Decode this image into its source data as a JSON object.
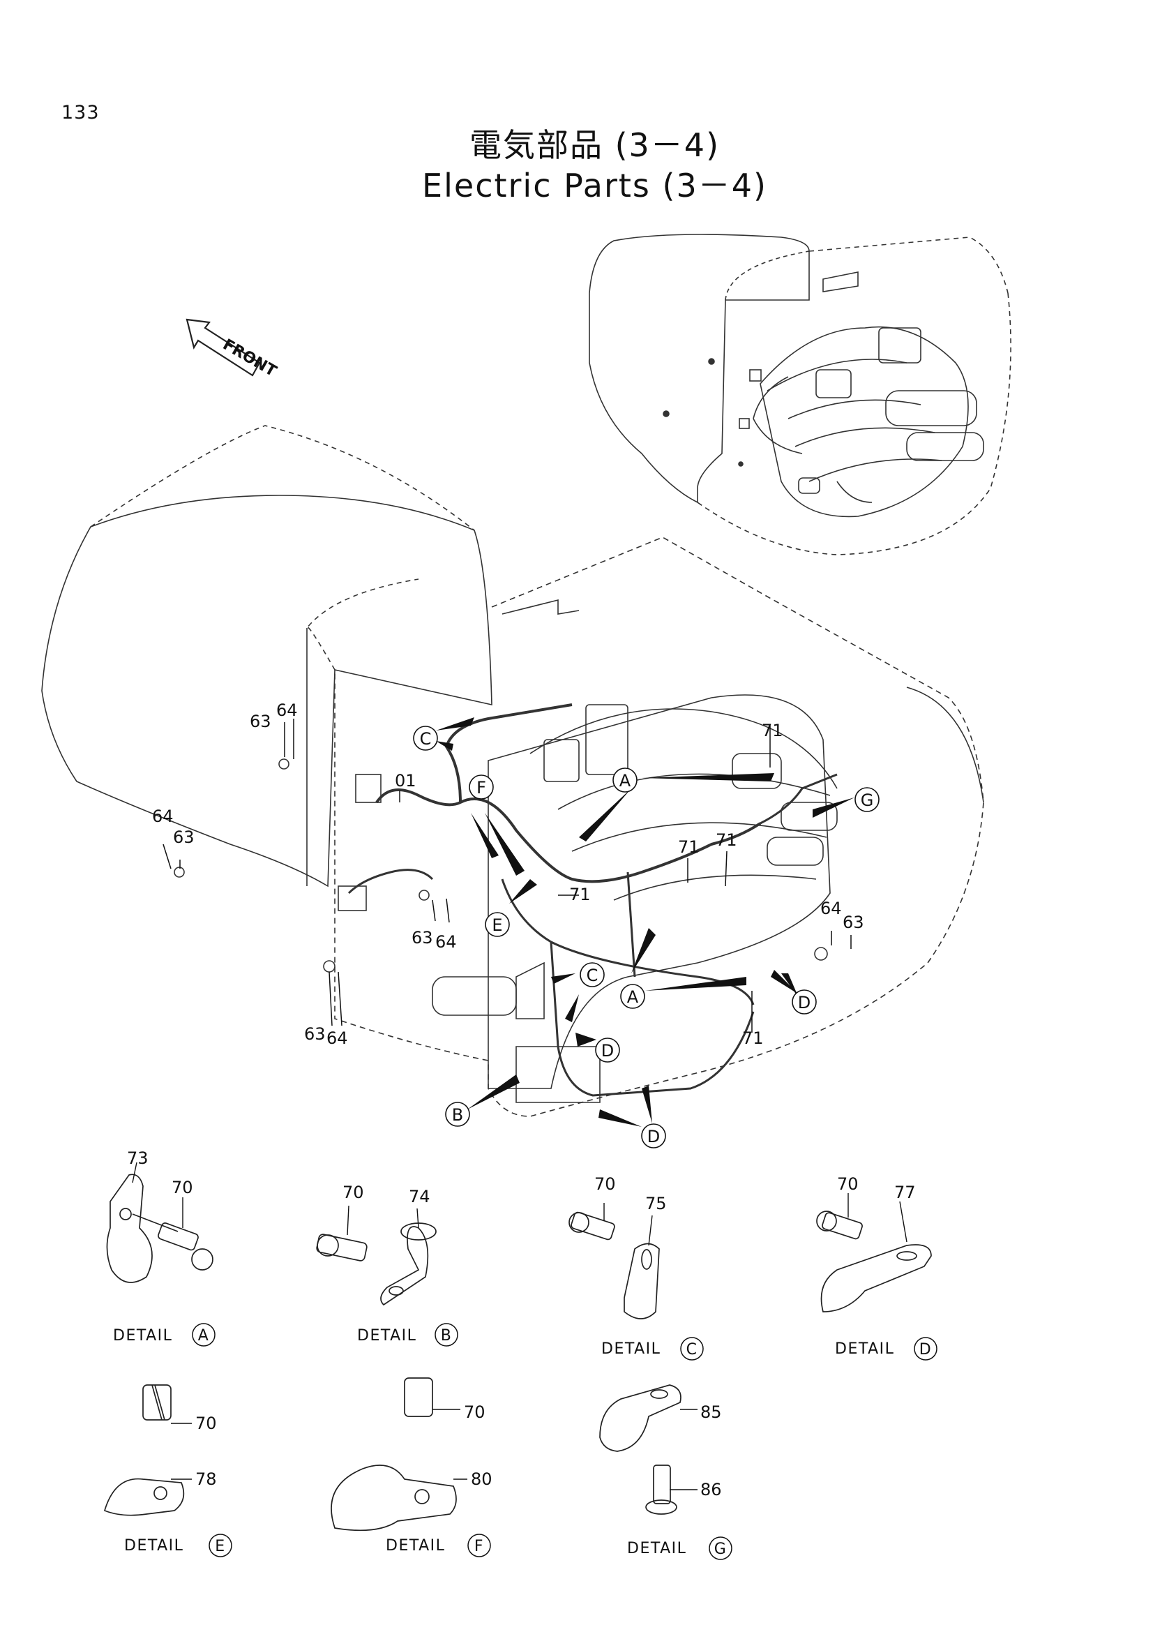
{
  "page_number": "133",
  "title_jp": "電気部品 (3－4)",
  "title_en": "Electric Parts (3－4)",
  "front_label": "FRONT",
  "callout_letters": [
    "A",
    "B",
    "C",
    "D",
    "E",
    "F",
    "G"
  ],
  "part_numbers": {
    "p01": "01",
    "p63": "63",
    "p64": "64",
    "p70": "70",
    "p71": "71",
    "p73": "73",
    "p74": "74",
    "p75": "75",
    "p77": "77",
    "p78": "78",
    "p80": "80",
    "p85": "85",
    "p86": "86"
  },
  "details": [
    {
      "label": "DETAIL",
      "letter": "A",
      "parts": [
        "73",
        "70"
      ]
    },
    {
      "label": "DETAIL",
      "letter": "B",
      "parts": [
        "70",
        "74"
      ]
    },
    {
      "label": "DETAIL",
      "letter": "C",
      "parts": [
        "70",
        "75"
      ]
    },
    {
      "label": "DETAIL",
      "letter": "D",
      "parts": [
        "70",
        "77"
      ]
    },
    {
      "label": "DETAIL",
      "letter": "E",
      "parts": [
        "70",
        "78"
      ]
    },
    {
      "label": "DETAIL",
      "letter": "F",
      "parts": [
        "70",
        "80"
      ]
    },
    {
      "label": "DETAIL",
      "letter": "G",
      "parts": [
        "85",
        "86"
      ]
    }
  ]
}
